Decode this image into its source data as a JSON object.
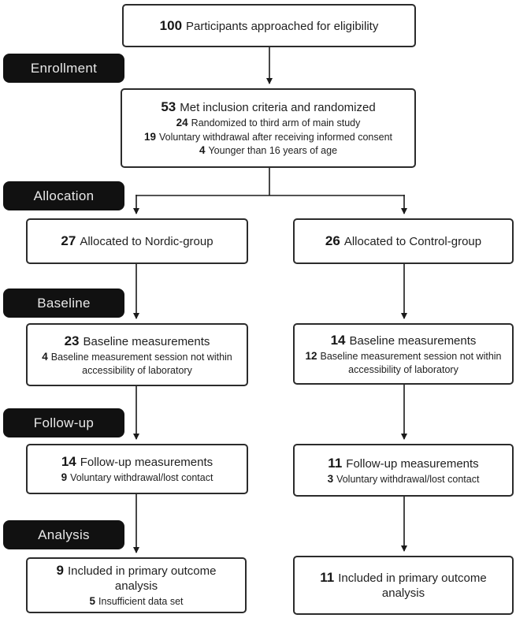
{
  "stage_labels": [
    {
      "label": "Enrollment"
    },
    {
      "label": "Allocation"
    },
    {
      "label": "Baseline"
    },
    {
      "label": "Follow-up"
    },
    {
      "label": "Analysis"
    }
  ],
  "boxes": {
    "eligibility": {
      "main_num": "100",
      "main_text": "Participants approached for eligibility"
    },
    "randomized": {
      "main_num": "53",
      "main_text": "Met inclusion criteria and randomized",
      "sub": [
        {
          "num": "24",
          "text": "Randomized to third arm of main study"
        },
        {
          "num": "19",
          "text": "Voluntary withdrawal after receiving informed consent"
        },
        {
          "num": "4",
          "text": "Younger than 16 years of age"
        }
      ]
    },
    "nordic_alloc": {
      "main_num": "27",
      "main_text": "Allocated to Nordic-group"
    },
    "control_alloc": {
      "main_num": "26",
      "main_text": "Allocated to Control-group"
    },
    "nordic_baseline": {
      "main_num": "23",
      "main_text": "Baseline measurements",
      "sub": [
        {
          "num": "4",
          "text": "Baseline measurement session not within accessibility of laboratory"
        }
      ]
    },
    "control_baseline": {
      "main_num": "14",
      "main_text": "Baseline measurements",
      "sub": [
        {
          "num": "12",
          "text": "Baseline measurement session not within accessibility of laboratory"
        }
      ]
    },
    "nordic_followup": {
      "main_num": "14",
      "main_text": "Follow-up measurements",
      "sub": [
        {
          "num": "9",
          "text": "Voluntary withdrawal/lost contact"
        }
      ]
    },
    "control_followup": {
      "main_num": "11",
      "main_text": "Follow-up measurements",
      "sub": [
        {
          "num": "3",
          "text": "Voluntary withdrawal/lost contact"
        }
      ]
    },
    "nordic_analysis": {
      "main_num": "9",
      "main_text": "Included in primary outcome analysis",
      "sub": [
        {
          "num": "5",
          "text": "Insufficient data set"
        }
      ]
    },
    "control_analysis": {
      "main_num": "11",
      "main_text": "Included in primary outcome analysis"
    }
  },
  "colors": {
    "label_bg": "#111111",
    "label_text": "#e8e8e8",
    "box_border": "#2b2b2b",
    "connector": "#1a1a1a",
    "background": "#ffffff"
  }
}
